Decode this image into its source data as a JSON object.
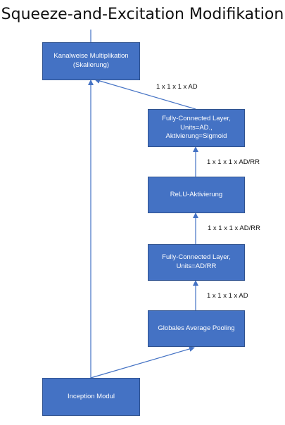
{
  "title": "Squeeze-and-Excitation Modifikation",
  "colors": {
    "box_fill": "#4472c4",
    "box_border": "#2f528f",
    "arrow": "#4472c4"
  },
  "nodes": {
    "scale": {
      "line1": "Kanalweise Multiplikation",
      "line2": "(Skalierung)"
    },
    "fc2": {
      "line1": "Fully-Connected Layer,",
      "line2": "Units=AD.,",
      "line3": "Aktivierung=Sigmoid"
    },
    "relu": {
      "line1": "ReLU-Aktivierung"
    },
    "fc1": {
      "line1": "Fully-Connected Layer,",
      "line2": "Units=AD/RR"
    },
    "pool": {
      "line1": "Globales Average Pooling"
    },
    "input": {
      "line1": "Inception Modul"
    }
  },
  "edge_labels": {
    "fc2_to_scale": "1 x 1 x 1 x AD",
    "relu_to_fc2": "1 x 1 x 1 x AD/RR",
    "fc1_to_relu": "1 x 1 x 1 x AD/RR",
    "pool_to_fc1": "1 x 1 x 1 x AD"
  }
}
